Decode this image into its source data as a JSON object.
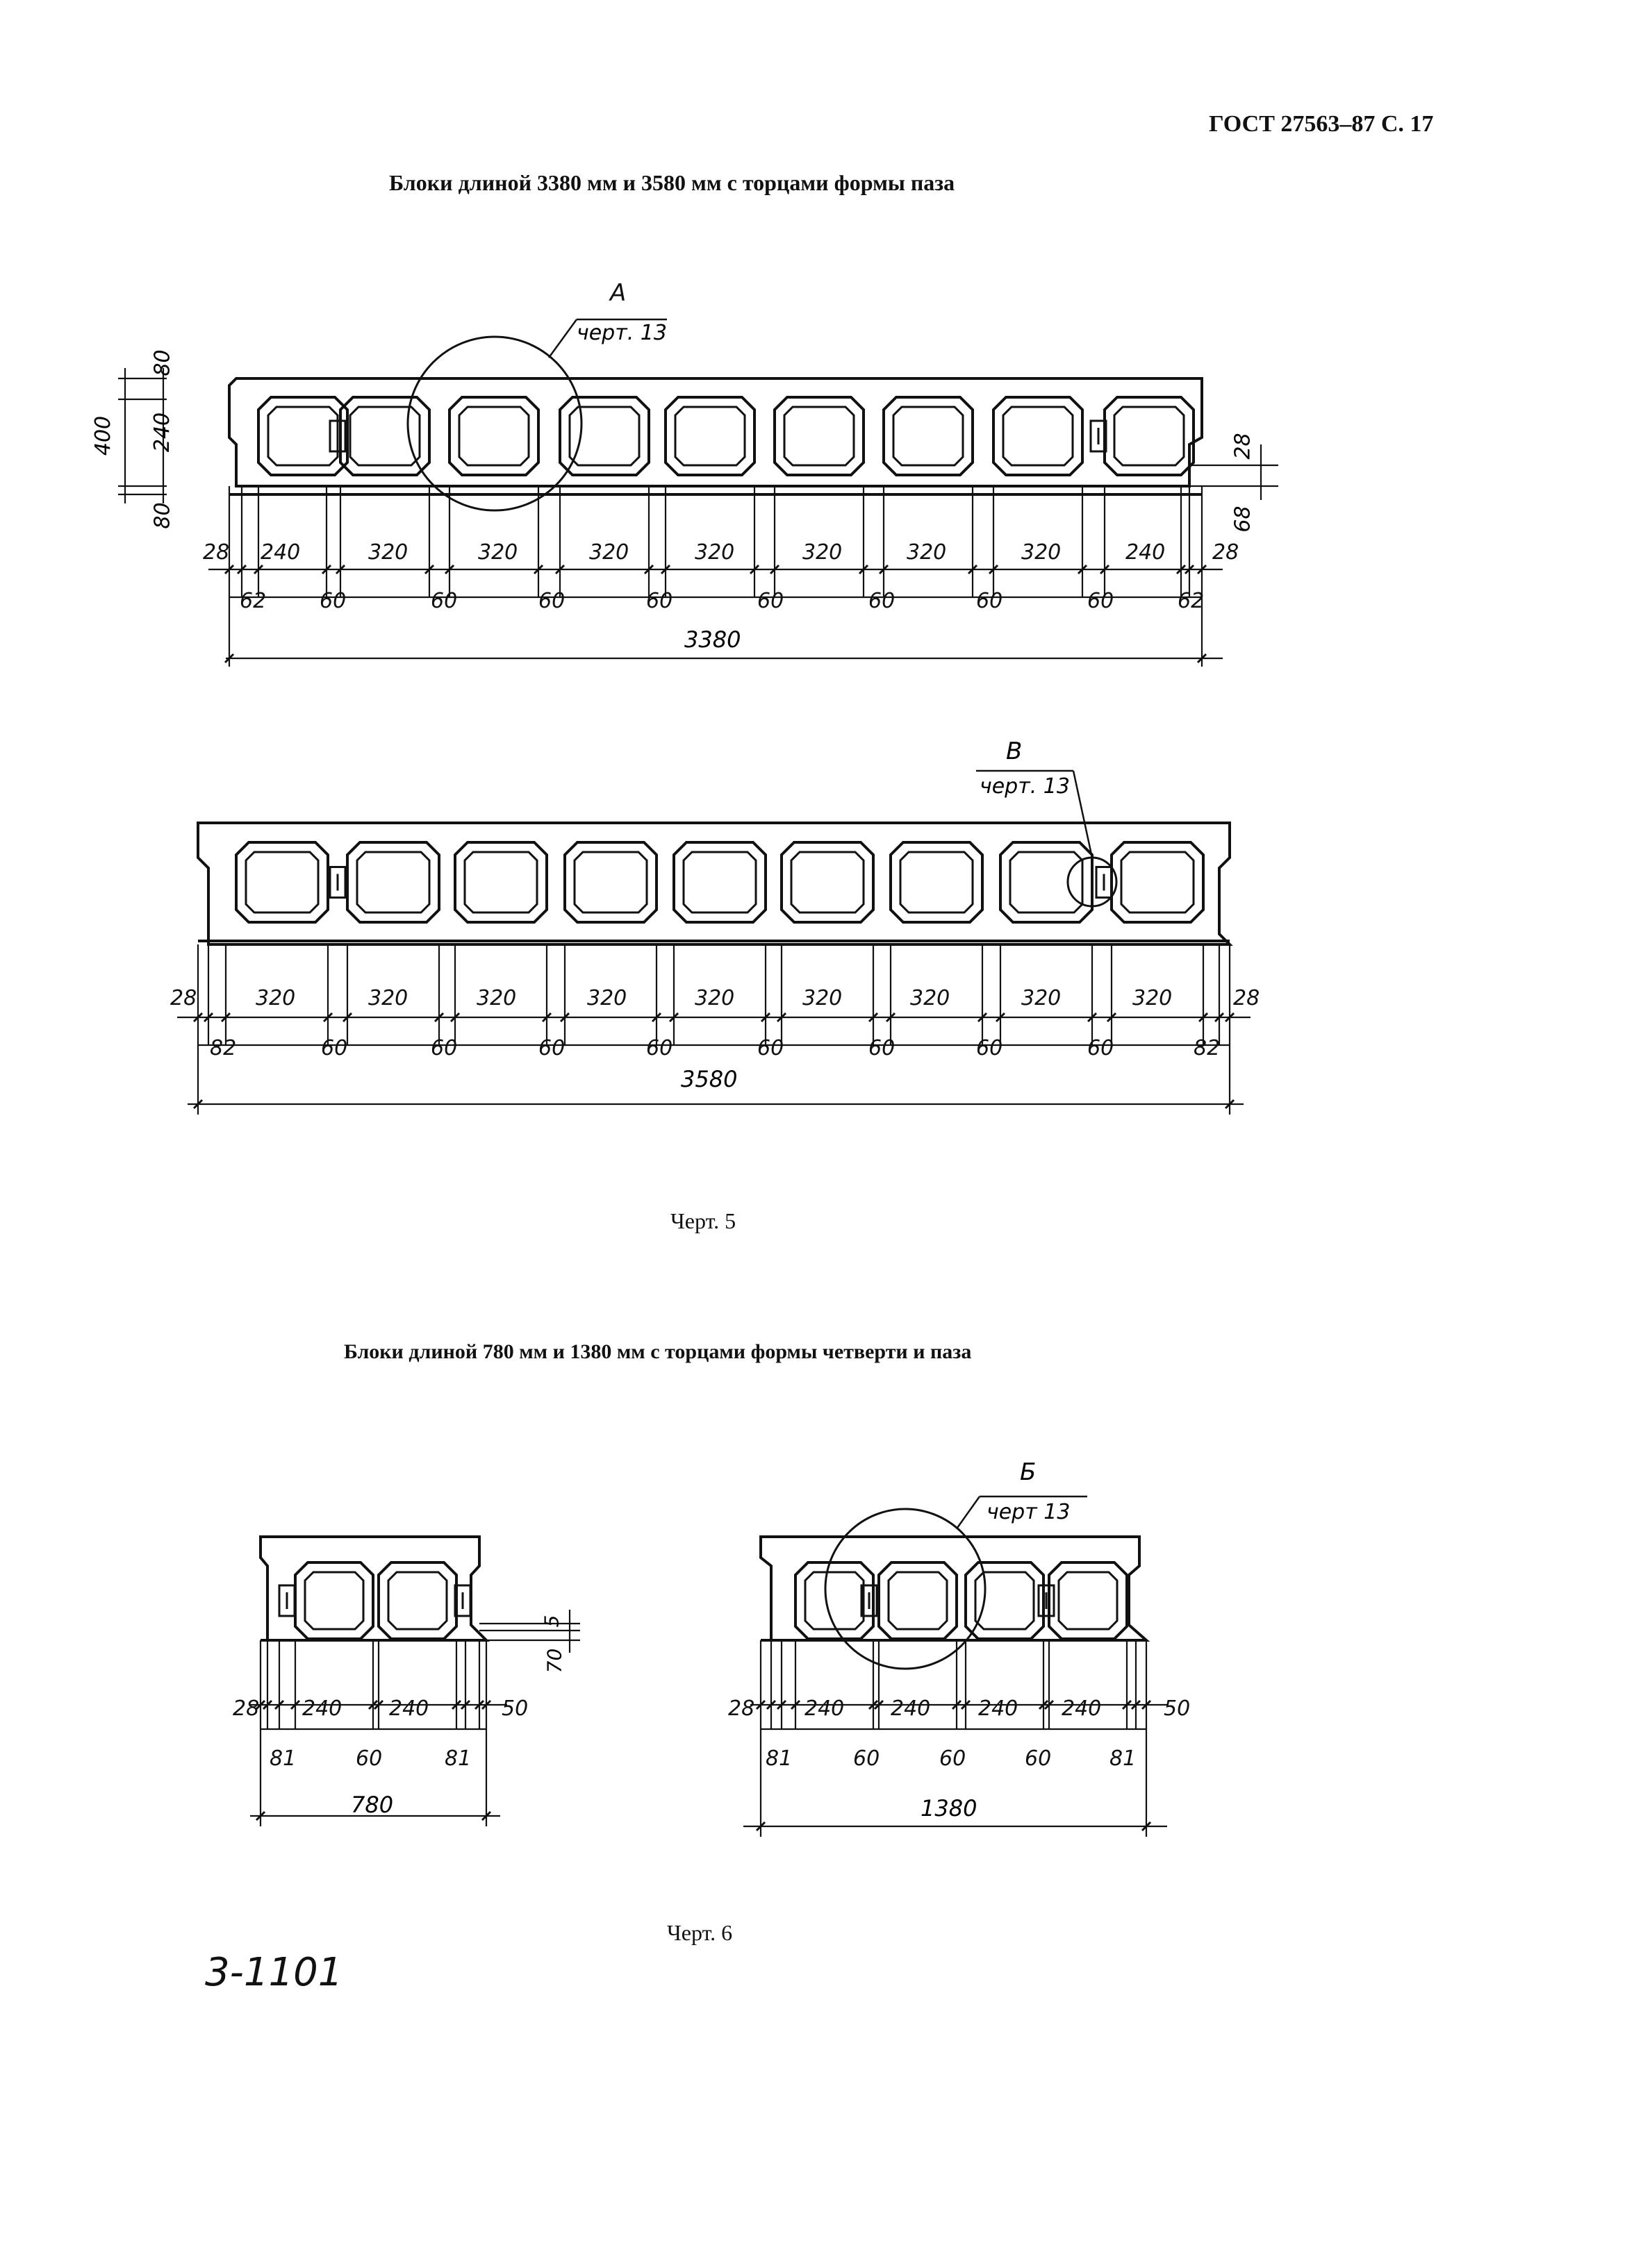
{
  "header": {
    "code": "ГОСТ 27563–87 С. 17"
  },
  "section1": {
    "title": "Блоки длиной 3380 мм и 3580 мм с торцами формы паза"
  },
  "section2": {
    "title": "Блоки длиной 780 мм и 1380 мм с торцами формы четверти и паза"
  },
  "captions": {
    "fig5": "Черт. 5",
    "fig6": "Черт. 6"
  },
  "footer": {
    "handwritten": "3-1101"
  },
  "drawing1": {
    "callout": {
      "letter": "А",
      "ref": "черт. 13"
    },
    "vertical_dims": [
      "80",
      "400",
      "240",
      "80"
    ],
    "right_dims": [
      "28",
      "68"
    ],
    "top_dims": [
      "28",
      "240",
      "320",
      "320",
      "320",
      "320",
      "320",
      "320",
      "320",
      "240",
      "28"
    ],
    "bottom_dims": [
      "62",
      "60",
      "60",
      "60",
      "60",
      "60",
      "60",
      "60",
      "60",
      "62"
    ],
    "total": "3380"
  },
  "drawing2": {
    "callout": {
      "letter": "В",
      "ref": "черт. 13"
    },
    "top_dims": [
      "28",
      "320",
      "320",
      "320",
      "320",
      "320",
      "320",
      "320",
      "320",
      "320",
      "28"
    ],
    "bottom_dims": [
      "82",
      "60",
      "60",
      "60",
      "60",
      "60",
      "60",
      "60",
      "60",
      "82"
    ],
    "total": "3580"
  },
  "drawing3": {
    "right_dims": [
      "5",
      "70"
    ],
    "top_dims": [
      "28",
      "240",
      "240",
      "50"
    ],
    "bottom_dims": [
      "81",
      "60",
      "81"
    ],
    "total": "780"
  },
  "drawing4": {
    "callout": {
      "letter": "Б",
      "ref": "черт 13"
    },
    "top_dims": [
      "28",
      "240",
      "240",
      "240",
      "240",
      "50"
    ],
    "bottom_dims": [
      "81",
      "60",
      "60",
      "60",
      "81"
    ],
    "total": "1380"
  }
}
